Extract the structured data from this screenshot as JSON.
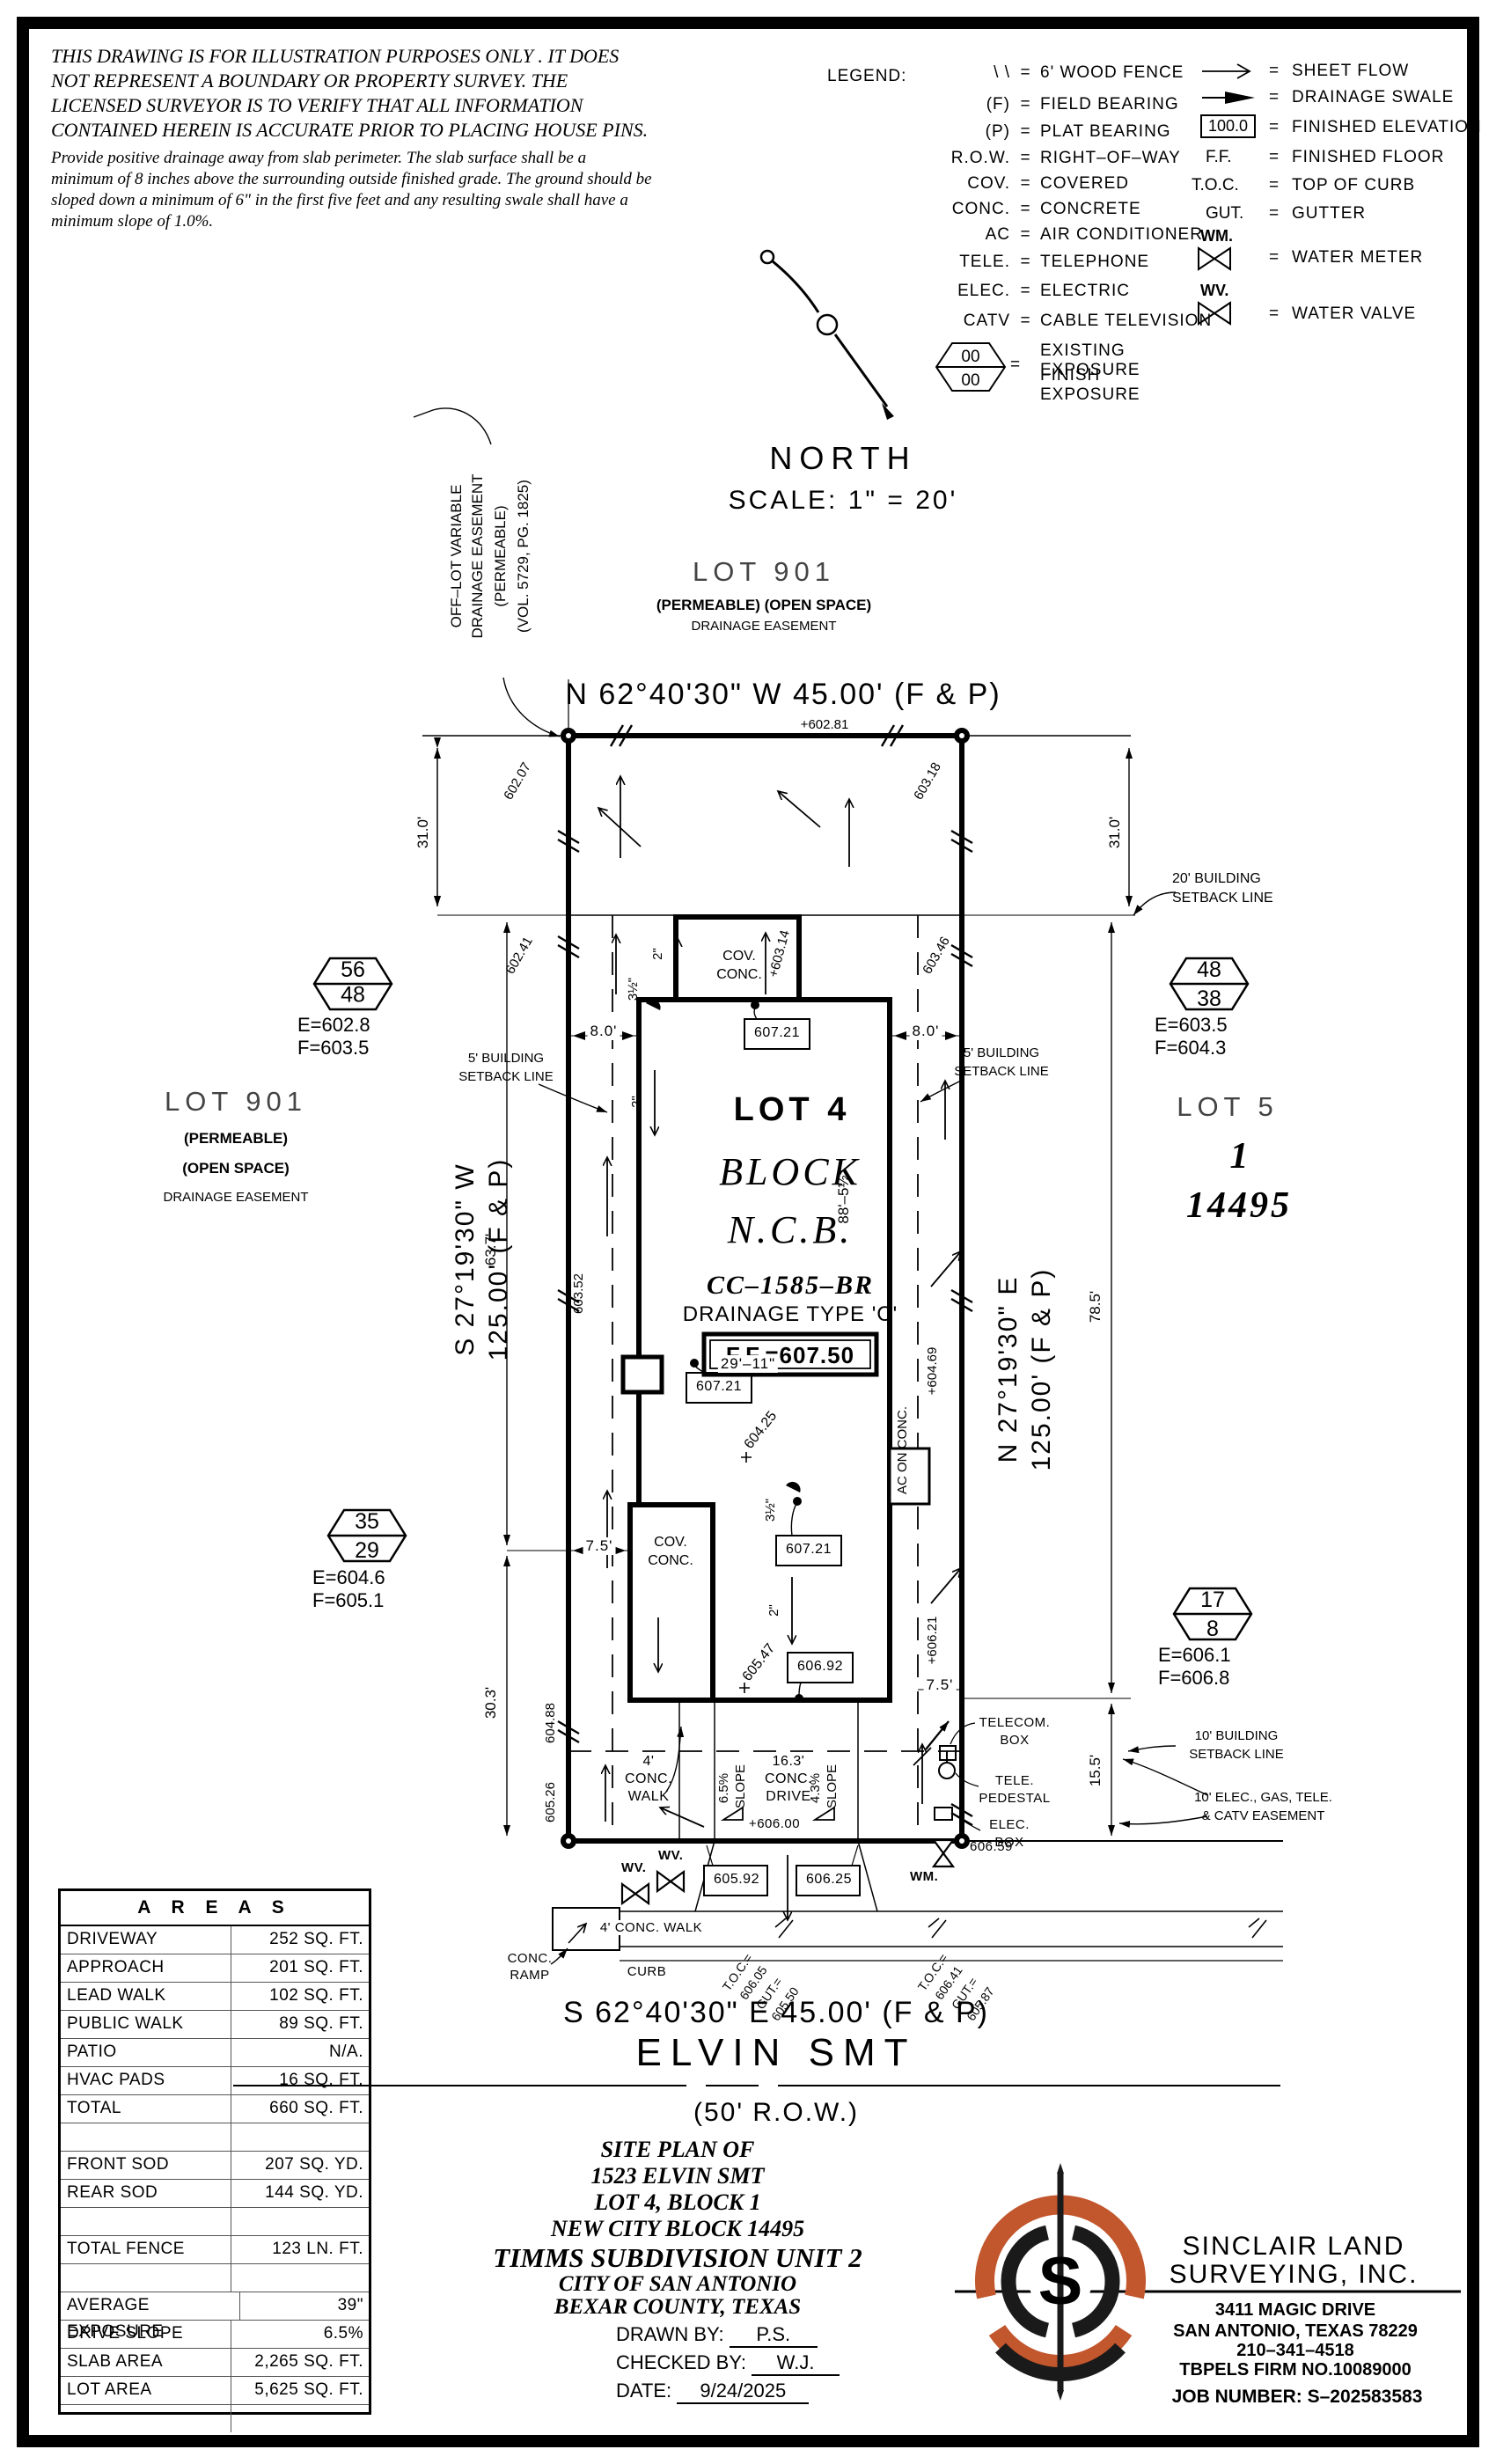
{
  "colors": {
    "ink": "#000000",
    "logo_orange": "#c2562c",
    "paper": "#ffffff"
  },
  "disclaimer": {
    "l1": "THIS DRAWING IS FOR ILLUSTRATION PURPOSES ONLY . IT DOES",
    "l2": "NOT REPRESENT A BOUNDARY OR PROPERTY SURVEY. THE",
    "l3": "LICENSED SURVEYOR IS TO VERIFY THAT ALL INFORMATION",
    "l4": "CONTAINED HEREIN IS ACCURATE PRIOR TO PLACING HOUSE PINS.",
    "p1": "Provide positive drainage away from slab perimeter. The slab surface shall be a",
    "p2": "minimum of 8 inches above the surrounding outside finished grade. The ground should be",
    "p3": "sloped down a minimum of 6\" in the first five feet and any resulting swale shall have a",
    "p4": "minimum slope of 1.0%."
  },
  "legend": {
    "title": "LEGEND:",
    "eq": "=",
    "rows": [
      {
        "sym": "\\ \\",
        "desc": "6'  WOOD  FENCE"
      },
      {
        "sym": "(F)",
        "desc": "FIELD  BEARING"
      },
      {
        "sym": "(P)",
        "desc": "PLAT  BEARING"
      },
      {
        "sym": "R.O.W.",
        "desc": "RIGHT–OF–WAY"
      },
      {
        "sym": "COV.",
        "desc": "COVERED"
      },
      {
        "sym": "CONC.",
        "desc": "CONCRETE"
      },
      {
        "sym": "AC",
        "desc": "AIR  CONDITIONER"
      },
      {
        "sym": "TELE.",
        "desc": "TELEPHONE"
      },
      {
        "sym": "ELEC.",
        "desc": "ELECTRIC"
      },
      {
        "sym": "CATV",
        "desc": "CABLE  TELEVISION"
      }
    ],
    "exp_top": "00",
    "exp_bot": "00",
    "exp_d1": "EXISTING  EXPOSURE",
    "exp_d2": "FINISH  EXPOSURE",
    "r_sheet": "SHEET  FLOW",
    "r_swale": "DRAINAGE  SWALE",
    "r_box": "100.0",
    "r_fin": "FINISHED  ELEVATION",
    "r_ff": "F.F.",
    "r_ffd": "FINISHED  FLOOR",
    "r_toc": "T.O.C.",
    "r_tocd": "TOP  OF  CURB",
    "r_gut": "GUT.",
    "r_gutd": "GUTTER",
    "r_wm": "WM.",
    "r_wmd": "WATER  METER",
    "r_wv": "WV.",
    "r_wvd": "WATER  VALVE"
  },
  "north": {
    "label": "NORTH",
    "scale": "SCALE:  1\" =  20'"
  },
  "lot901_top": {
    "lot": "LOT  901",
    "line2": "(PERMEABLE) (OPEN SPACE)",
    "line3": "DRAINAGE EASEMENT"
  },
  "lot901_left": {
    "lot": "LOT  901",
    "line2": "(PERMEABLE)",
    "line3": "(OPEN SPACE)",
    "line4": "DRAINAGE EASEMENT"
  },
  "lot5": {
    "name": "LOT  5",
    "block": "1",
    "ncb": "14495"
  },
  "offlot": {
    "l1": "OFF–LOT VARIABLE",
    "l2": "DRAINAGE EASEMENT",
    "l3": "(PERMEABLE)",
    "l4": "(VOL. 5729, PG. 1825)"
  },
  "bearings": {
    "north": "N  62°40'30\"  W  45.00'  (F  &  P)",
    "south": "S  62°40'30\"  E  45.00'  (F  &  P)",
    "west1": "S 27°19'30\" W",
    "west2": "125.00' (F & P)",
    "east1": "N 27°19'30\" E",
    "east2": "125.00' (F & P)"
  },
  "street": {
    "name": "ELVIN  SMT",
    "row": "(50' R.O.W.)"
  },
  "lot4": {
    "name": "LOT 4",
    "block": "BLOCK",
    "ncb": "N.C.B.",
    "cc": "CC–1585–BR",
    "drainage": "DRAINAGE  TYPE  'C'",
    "ff": "F.F.=607.50"
  },
  "hex": {
    "nw": {
      "t": "56",
      "b": "48",
      "e": "E=602.8",
      "f": "F=603.5"
    },
    "ne": {
      "t": "48",
      "b": "38",
      "e": "E=603.5",
      "f": "F=604.3"
    },
    "sw": {
      "t": "35",
      "b": "29",
      "e": "E=604.6",
      "f": "F=605.1"
    },
    "se": {
      "t": "17",
      "b": "8",
      "e": "E=606.1",
      "f": "F=606.8"
    }
  },
  "setbacks": {
    "s20a": "20'  BUILDING",
    "s20b": "SETBACK  LINE",
    "s5a": "5'  BUILDING",
    "s5b": "SETBACK  LINE",
    "s10a": "10'  BUILDING",
    "s10b": "SETBACK  LINE",
    "util1": "10'  ELEC.,  GAS,  TELE.",
    "util2": "&  CATV  EASEMENT"
  },
  "dims": {
    "d31": "31.0'",
    "d637": "63.7'",
    "d303": "30.3'",
    "d785": "78.5'",
    "d155": "15.5'",
    "d8": "8.0'",
    "d75": "7.5'",
    "d2911": "29'–11\"",
    "d885": "88'–5½\"",
    "d2in": "2\"",
    "d35in": "3½\"",
    "drive": "16.3'\nCONC.\nDRIVE",
    "walk": "4'\nCONC.\nWALK",
    "slope65": "6.5%",
    "slope43": "4.3%",
    "slopeword": "SLOPE",
    "walk_street": "4'  CONC.  WALK",
    "curb": "CURB",
    "ramp": "CONC.\nRAMP"
  },
  "elev": {
    "e60207": "602.07",
    "e60281": "+602.81",
    "e60318": "603.18",
    "e60241": "602.41",
    "e60314": "+603.14",
    "e60346": "603.46",
    "e60352": "603.52",
    "e60425": "604.25",
    "e60469": "+604.69",
    "e60488": "604.88",
    "e60526": "605.26",
    "e60547": "605.47",
    "e60621": "+606.21",
    "e60600": "+606.00",
    "e60659": "606.59",
    "b60721": "607.21",
    "b60692": "606.92",
    "b60592": "605.92",
    "b60625": "606.25",
    "toc1a": "T.O.C.=",
    "toc1b": "606.05",
    "gut1a": "GUT.=",
    "gut1b": "605.50",
    "toc2a": "T.O.C.=",
    "toc2b": "606.41",
    "gut2a": "GUT.=",
    "gut2b": "605.87"
  },
  "util": {
    "telecom1": "TELECOM.",
    "telecom2": "BOX",
    "tele1": "TELE.",
    "tele2": "PEDESTAL",
    "elec1": "ELEC.",
    "elec2": "BOX",
    "wm": "WM.",
    "wv": "WV.",
    "cov": "COV.",
    "conc": "CONC.",
    "ac": "AC ON CONC."
  },
  "areas": {
    "title": "A R E A S",
    "rows": [
      {
        "label": "DRIVEWAY",
        "value": "252 SQ. FT."
      },
      {
        "label": "APPROACH",
        "value": "201 SQ. FT."
      },
      {
        "label": "LEAD WALK",
        "value": "102 SQ. FT."
      },
      {
        "label": "PUBLIC WALK",
        "value": "89 SQ. FT."
      },
      {
        "label": "PATIO",
        "value": "N/A."
      },
      {
        "label": "HVAC PADS",
        "value": "16 SQ. FT."
      },
      {
        "label": "TOTAL",
        "value": "660 SQ. FT."
      },
      {
        "label": "",
        "value": ""
      },
      {
        "label": "FRONT SOD",
        "value": "207 SQ. YD."
      },
      {
        "label": "REAR SOD",
        "value": "144 SQ. YD."
      },
      {
        "label": "",
        "value": ""
      },
      {
        "label": "TOTAL FENCE",
        "value": "123 LN. FT."
      },
      {
        "label": "",
        "value": ""
      },
      {
        "label": "AVERAGE EXPOSURE",
        "value": "39\""
      },
      {
        "label": "DRIVE SLOPE",
        "value": "6.5%"
      },
      {
        "label": "SLAB AREA",
        "value": "2,265 SQ. FT."
      },
      {
        "label": "LOT AREA",
        "value": "5,625 SQ. FT."
      },
      {
        "label": "",
        "value": ""
      }
    ]
  },
  "title_block": {
    "t1": "SITE  PLAN  OF",
    "t2": "1523  ELVIN  SMT",
    "t3": "LOT  4,  BLOCK  1",
    "t4": "NEW  CITY  BLOCK  14495",
    "t5": "TIMMS  SUBDIVISION  UNIT  2",
    "t6": "CITY  OF  SAN  ANTONIO",
    "t7": "BEXAR  COUNTY,  TEXAS",
    "drawn_label": "DRAWN  BY:",
    "drawn": "P.S.",
    "checked_label": "CHECKED  BY:",
    "checked": "W.J.",
    "date_label": "DATE:",
    "date": "9/24/2025"
  },
  "company": {
    "name1": "SINCLAIR  LAND",
    "name2": "SURVEYING,  INC.",
    "addr1": "3411  MAGIC  DRIVE",
    "addr2": "SAN  ANTONIO,  TEXAS  78229",
    "phone": "210–341–4518",
    "firm": "TBPELS  FIRM  NO.10089000",
    "job": "JOB  NUMBER:   S–202583583",
    "logo_letter": "S"
  }
}
